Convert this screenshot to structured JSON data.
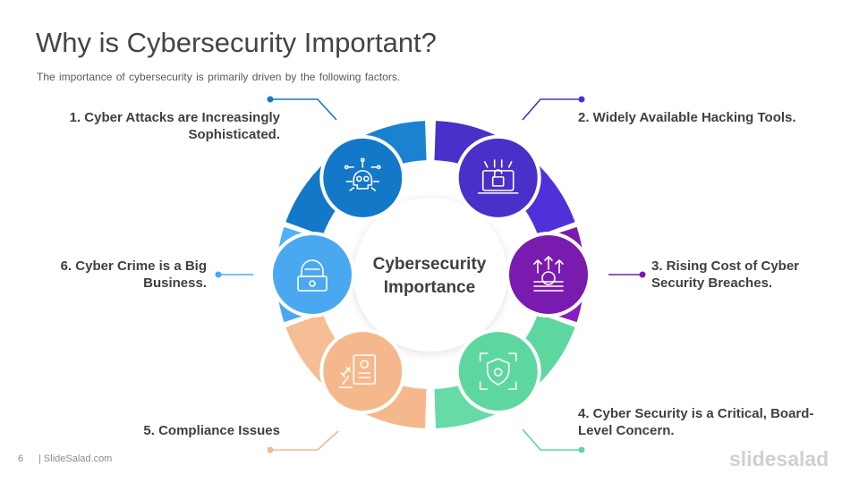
{
  "slide": {
    "title": "Why is Cybersecurity Important?",
    "subtitle": "The importance of cybersecurity is primarily driven by the following  factors.",
    "center": {
      "line1": "Cybersecurity",
      "line2": "Importance"
    },
    "page_number": "6",
    "brand": "| SlideSalad.com",
    "logo": "slidesalad"
  },
  "factors": [
    {
      "line1": "1. Cyber Attacks are Increasingly",
      "line2": "Sophisticated.",
      "color": "#1478c8",
      "icon": "skull-circuit-icon"
    },
    {
      "line1": "2. Widely Available Hacking Tools.",
      "line2": "",
      "color": "#4a30c8",
      "icon": "laptop-lock-icon"
    },
    {
      "line1": "3. Rising Cost of Cyber",
      "line2": "Security Breaches.",
      "color": "#7a1bb0",
      "icon": "money-arrows-icon"
    },
    {
      "line1": "4. Cyber Security is a Critical, Board-",
      "line2": "Level Concern.",
      "color": "#5ed6a0",
      "icon": "shield-scan-icon"
    },
    {
      "line1": "5. Compliance Issues",
      "line2": "",
      "color": "#f5b88c",
      "icon": "document-gavel-icon"
    },
    {
      "line1": "6. Cyber Crime is a Big",
      "line2": "Business.",
      "color": "#4aa8f0",
      "icon": "hacker-laptop-icon"
    }
  ]
}
